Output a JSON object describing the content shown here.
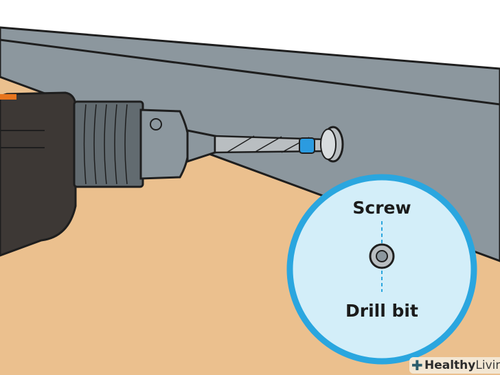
{
  "labels": {
    "top": "Screw",
    "bottom": "Drill bit"
  },
  "brand": {
    "name_bold": "Healthy",
    "name_light": "Living",
    "icon": "plus-leaf-icon"
  },
  "colors": {
    "wall": "#8c979e",
    "floor": "#ebc08e",
    "circle_border": "#2aa6df",
    "circle_fill": "#d3eef9",
    "drill_body": "#3d3835",
    "accent": "#e8751e",
    "tape": "#2b9be0"
  }
}
